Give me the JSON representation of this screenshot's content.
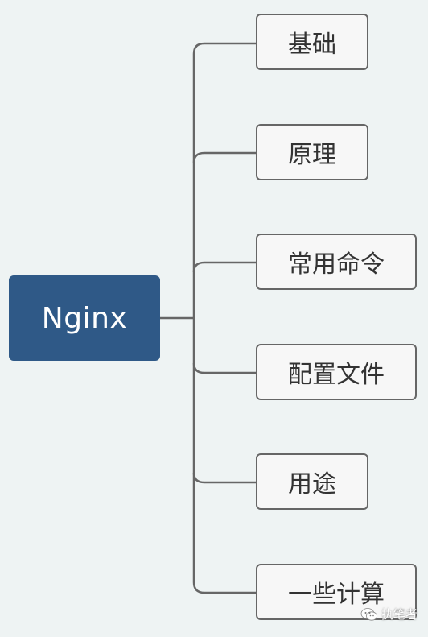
{
  "root": {
    "label": "Nginx"
  },
  "branches": [
    {
      "label": "基础"
    },
    {
      "label": "原理"
    },
    {
      "label": "常用命令"
    },
    {
      "label": "配置文件"
    },
    {
      "label": "用途"
    },
    {
      "label": "一些计算"
    }
  ],
  "watermark": {
    "text": "执笔者",
    "icon": "wechat-icon"
  },
  "colors": {
    "background": "#eef3f3",
    "root_fill": "#2f5987",
    "root_text": "#ffffff",
    "branch_border": "#666666",
    "branch_fill": "#f7f7f7",
    "connector": "#666666"
  }
}
